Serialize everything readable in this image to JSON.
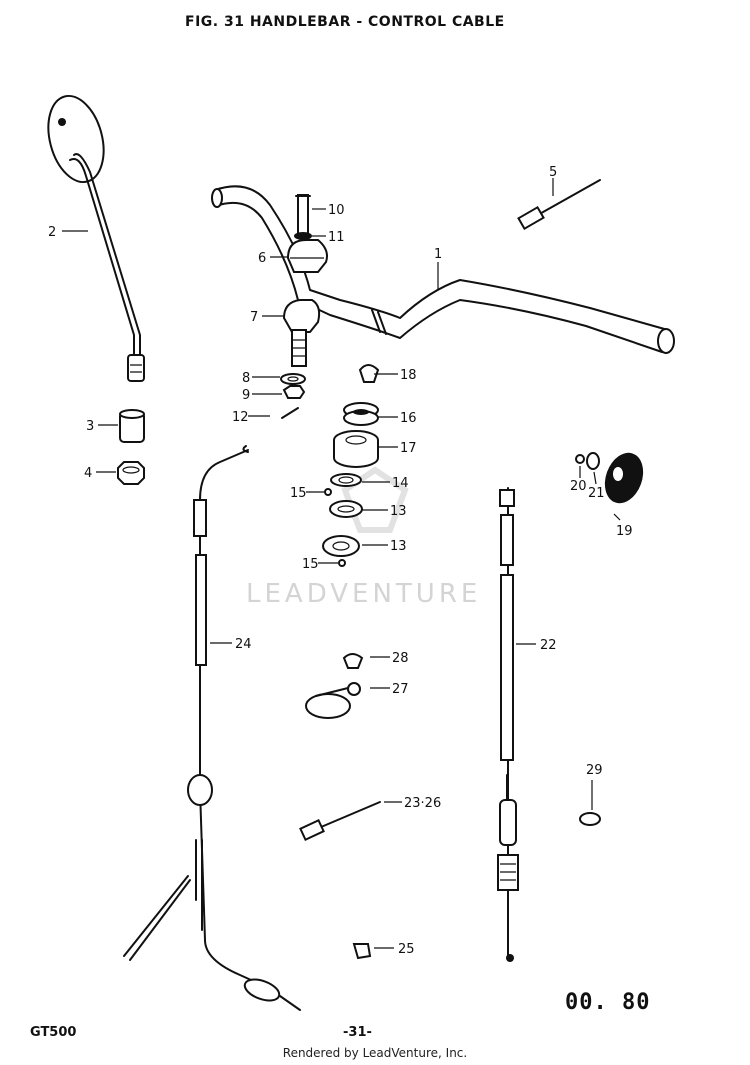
{
  "figure": {
    "title": "FIG. 31  HANDLEBAR - CONTROL CABLE"
  },
  "watermark": "LEADVENTURE",
  "callouts": [
    "1",
    "2",
    "3",
    "4",
    "5",
    "6",
    "7",
    "8",
    "9",
    "10",
    "11",
    "12",
    "13",
    "13",
    "14",
    "15",
    "15",
    "16",
    "17",
    "18",
    "19",
    "20",
    "21",
    "22",
    "23·26",
    "24",
    "25",
    "27",
    "28",
    "29"
  ],
  "footer": {
    "model": "GT500",
    "page": "-31-",
    "code": "00. 80",
    "rendered_by": "Rendered by LeadVenture, Inc."
  }
}
